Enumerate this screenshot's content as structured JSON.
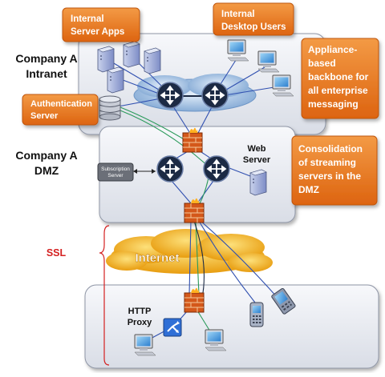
{
  "callouts": {
    "internal_server_apps": [
      "Internal",
      "Server Apps"
    ],
    "internal_desktop_users": [
      "Internal",
      "Desktop Users"
    ],
    "authentication_server": [
      "Authentication",
      "Server"
    ],
    "appliance_backbone": [
      "Appliance-",
      "based",
      "backbone for",
      "all enterprise",
      "messaging"
    ],
    "streaming_consolidation": [
      "Consolidation",
      "of streaming",
      "servers  in the",
      "DMZ"
    ]
  },
  "zones": {
    "intranet": [
      "Company A",
      "Intranet"
    ],
    "dmz": [
      "Company A",
      "DMZ"
    ]
  },
  "labels": {
    "web_server": [
      "Web",
      "Server"
    ],
    "subscription_server": [
      "Subscription",
      "Server"
    ],
    "internet": "Internet",
    "ssl": "SSL",
    "http_proxy": [
      "HTTP",
      "Proxy"
    ]
  },
  "colors": {
    "callout_orange": "#e8701a",
    "ssl_red": "#d42020",
    "panel_fill": "#eceef3",
    "cloud_blue": "#a9c6e6",
    "internet_gold": "#f0b020",
    "router_navy": "#1c2a44",
    "link_blue": "#3050b0",
    "link_green": "#2a9a5a"
  }
}
